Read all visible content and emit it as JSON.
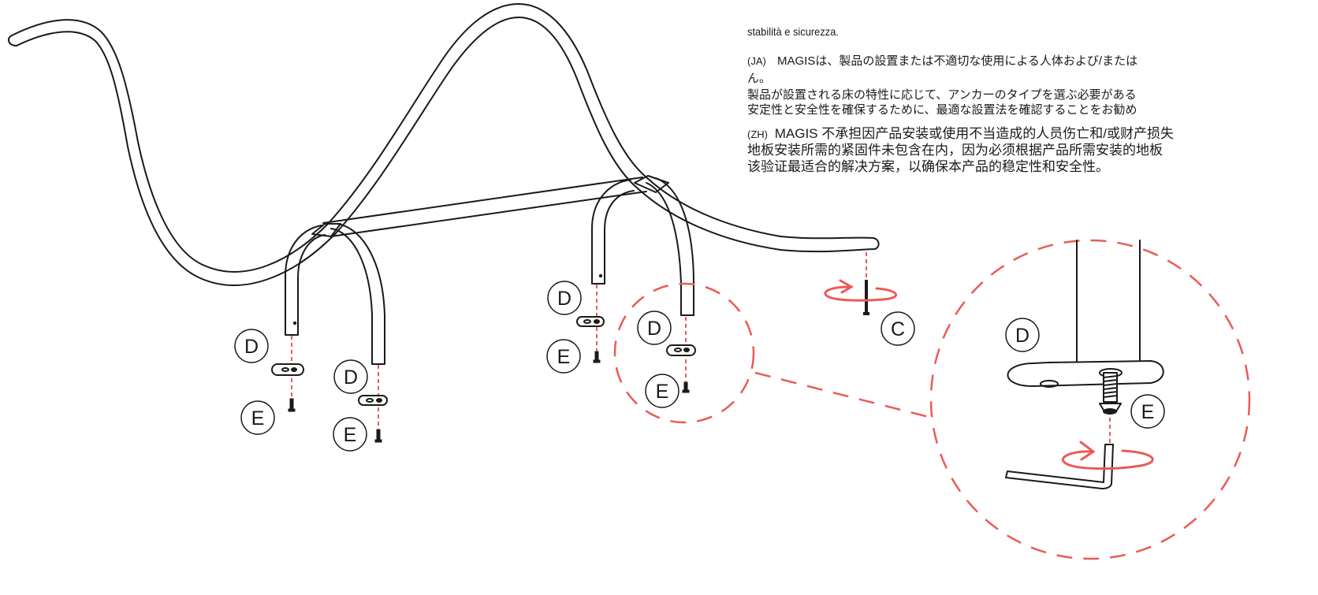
{
  "instructions": {
    "it_tail": "stabilità e sicurezza.",
    "ja": {
      "prefix": "(JA)",
      "lines": [
        "MAGISは、製品の設置または不適切な使用による人体および/または",
        "ん。",
        "製品が設置される床の特性に応じて、アンカーのタイプを選ぶ必要がある",
        "安定性と安全性を確保するために、最適な設置法を確認することをお勧め"
      ]
    },
    "zh": {
      "prefix": "(ZH)",
      "lines": [
        "MAGIS 不承担因产品安装或使用不当造成的人员伤亡和/或财产损失",
        "地板安装所需的紧固件未包含在内，因为必须根据产品所需安装的地板",
        "该验证最适合的解决方案，以确保本产品的稳定性和安全性。"
      ]
    }
  },
  "part_labels": {
    "c": "C",
    "d": "D",
    "e": "E"
  },
  "colors": {
    "line": "#1a1a1a",
    "accent": "#ea5b57",
    "background": "#ffffff"
  }
}
